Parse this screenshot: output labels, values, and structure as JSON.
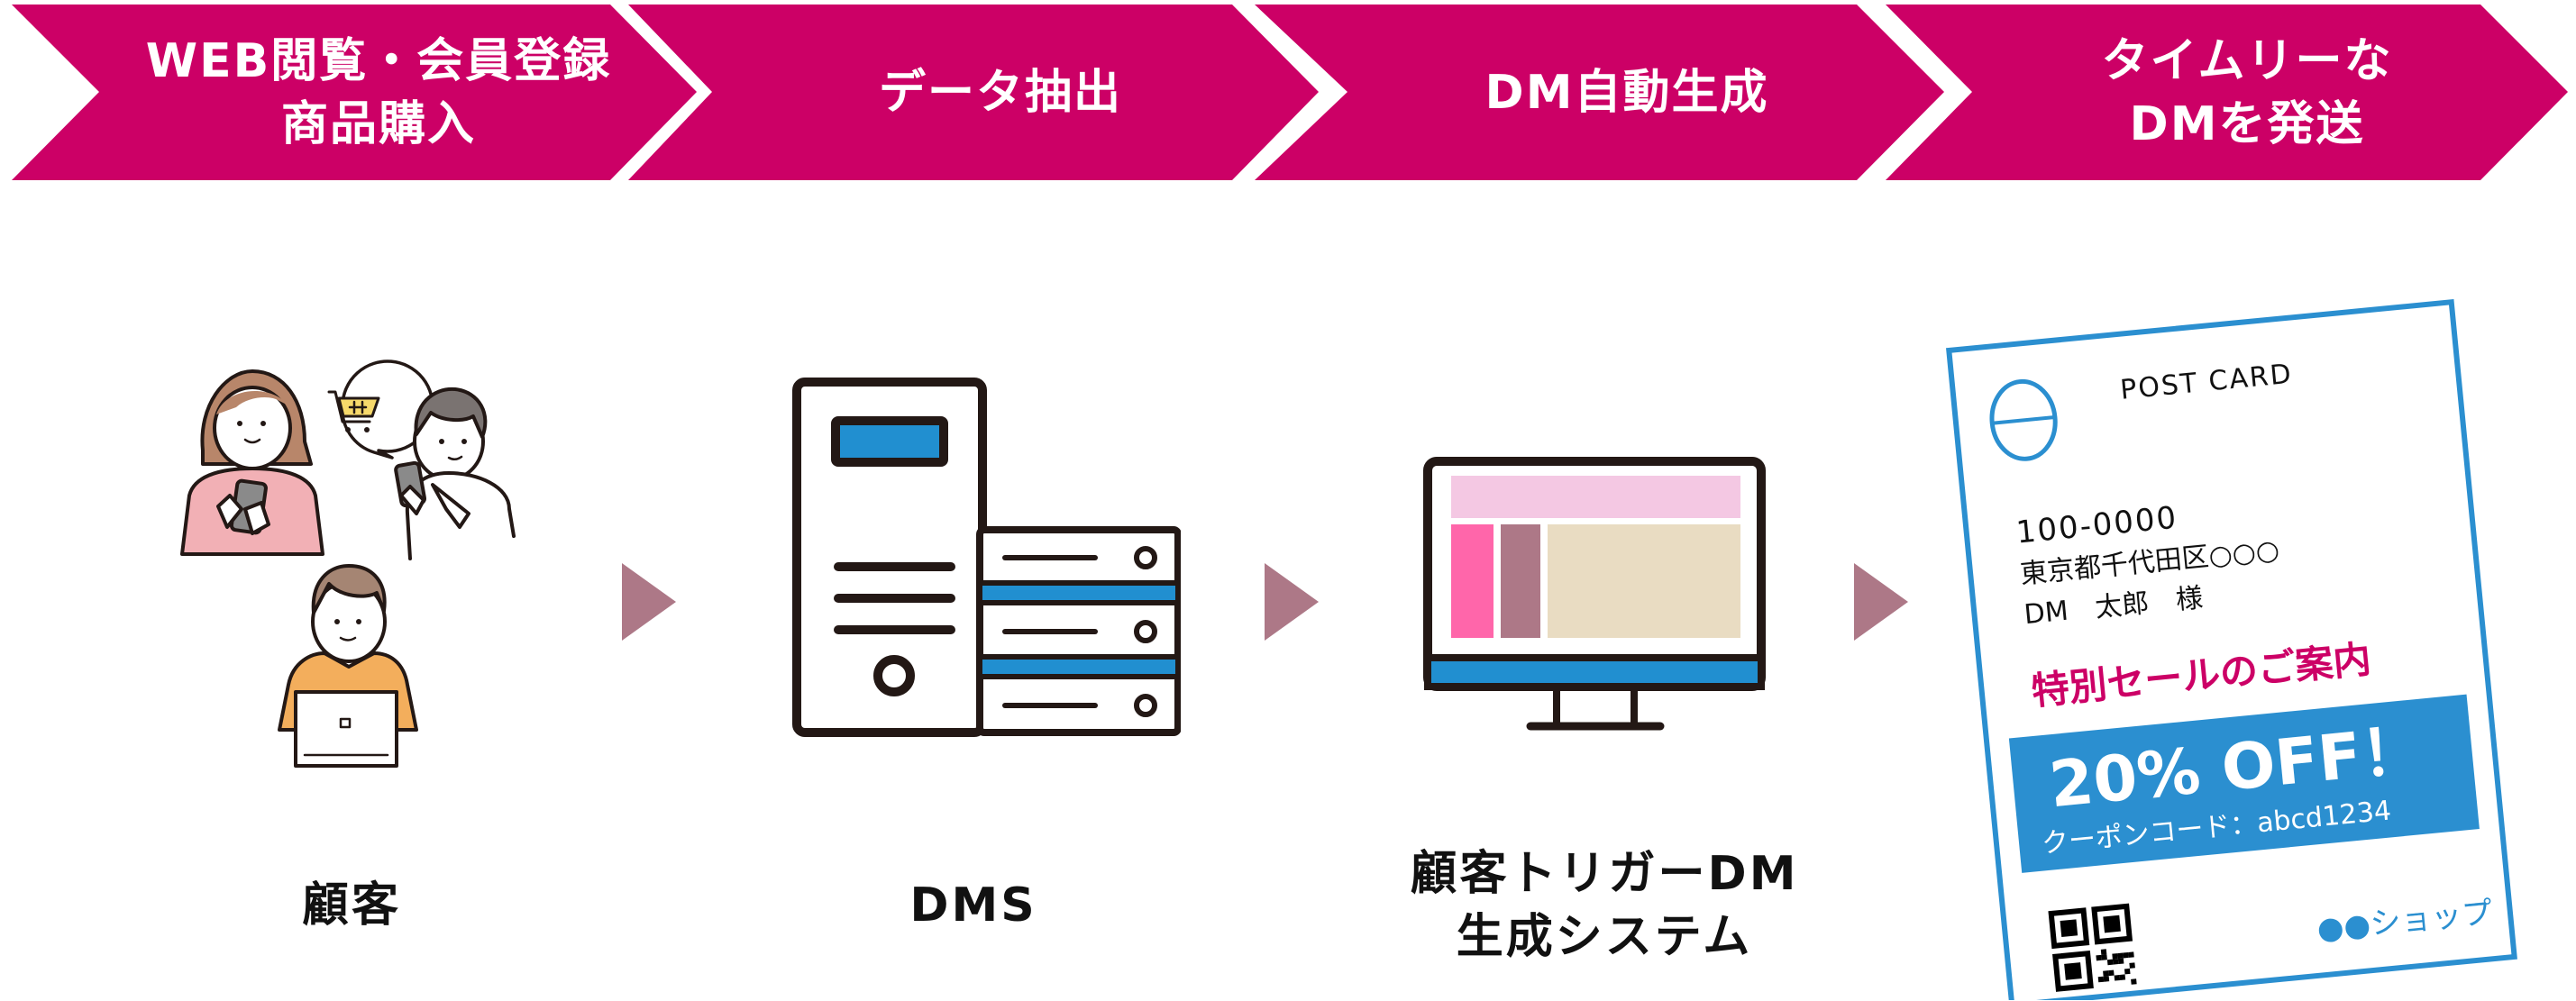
{
  "colors": {
    "banner": "#CC0066",
    "flow_arrow": "#AD7887",
    "server_blue": "#218FD0",
    "outline": "#231815",
    "screen_header": "#F4C8E3",
    "screen_col1": "#FF66AA",
    "screen_col2": "#AD7887",
    "screen_main": "#E9DCC2",
    "postcard_border": "#2B8FD0",
    "sale_text": "#CC0066"
  },
  "steps": [
    {
      "label_line1": "WEB閲覧・会員登録",
      "label_line2": "商品購入"
    },
    {
      "label_line1": "データ抽出",
      "label_line2": ""
    },
    {
      "label_line1": "DM自動生成",
      "label_line2": ""
    },
    {
      "label_line1": "タイムリーな",
      "label_line2": "DMを発送"
    }
  ],
  "nodes": [
    {
      "caption_line1": "顧客",
      "caption_line2": "",
      "icon": "customers-illustration"
    },
    {
      "caption_line1": "DMS",
      "caption_line2": "",
      "icon": "server-icon"
    },
    {
      "caption_line1": "顧客トリガーDM",
      "caption_line2": "生成システム",
      "icon": "monitor-icon"
    },
    {
      "caption_line1": "",
      "caption_line2": "",
      "icon": "postcard"
    }
  ],
  "postcard": {
    "title": "POST CARD",
    "postal_code": "100-0000",
    "address": "東京都千代田区○○○",
    "recipient": "DM　太郎　様",
    "headline": "特別セールのご案内",
    "offer": "20% OFF！",
    "coupon": "クーポンコード：abcd1234",
    "shop": "●●ショップ"
  }
}
